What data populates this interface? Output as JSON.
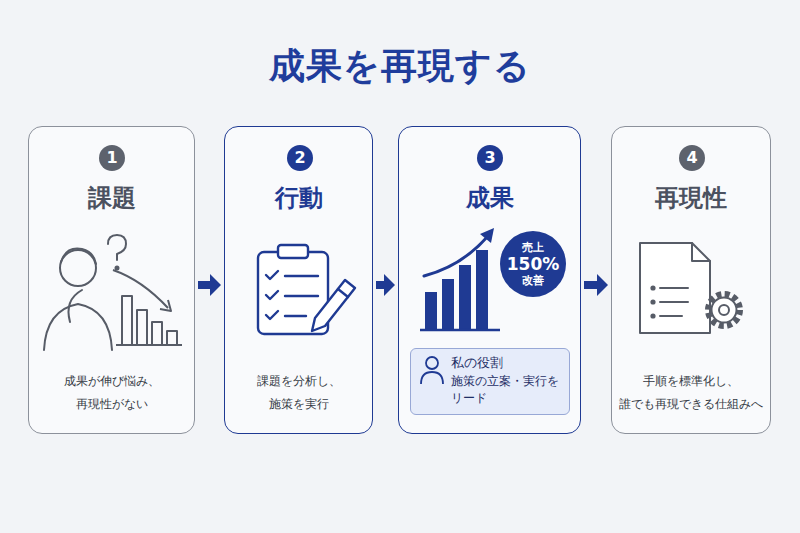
{
  "diagram": {
    "title": "成果を再現する",
    "nodes": [
      {
        "text": [
          "課題",
          "成果が伸び悩み、 再現性がない"
        ]
      },
      {
        "text": [
          "1"
        ],
        "in": 0
      },
      {
        "text": [
          "行動",
          "課題を分析し、 施策を実行"
        ]
      },
      {
        "text": [
          "2"
        ],
        "in": 2
      },
      {
        "text": [
          "成果"
        ]
      },
      {
        "text": [
          "3"
        ],
        "in": 4
      },
      {
        "text": [
          "売上",
          "150%",
          "改善"
        ],
        "in": 4
      },
      {
        "text": [
          "私の役割",
          "施策の立案・実行を リード"
        ],
        "in": 4
      },
      {
        "text": [
          "再現性",
          "手順を標準化し、 誰でも再現できる仕組みへ"
        ]
      },
      {
        "text": [
          "4"
        ],
        "in": 8
      }
    ],
    "edges": [
      {
        "from": 0,
        "to": 2,
        "arrow": "to"
      },
      {
        "from": 2,
        "to": 4,
        "arrow": "to"
      },
      {
        "from": 4,
        "to": 8,
        "arrow": "to"
      }
    ]
  }
}
